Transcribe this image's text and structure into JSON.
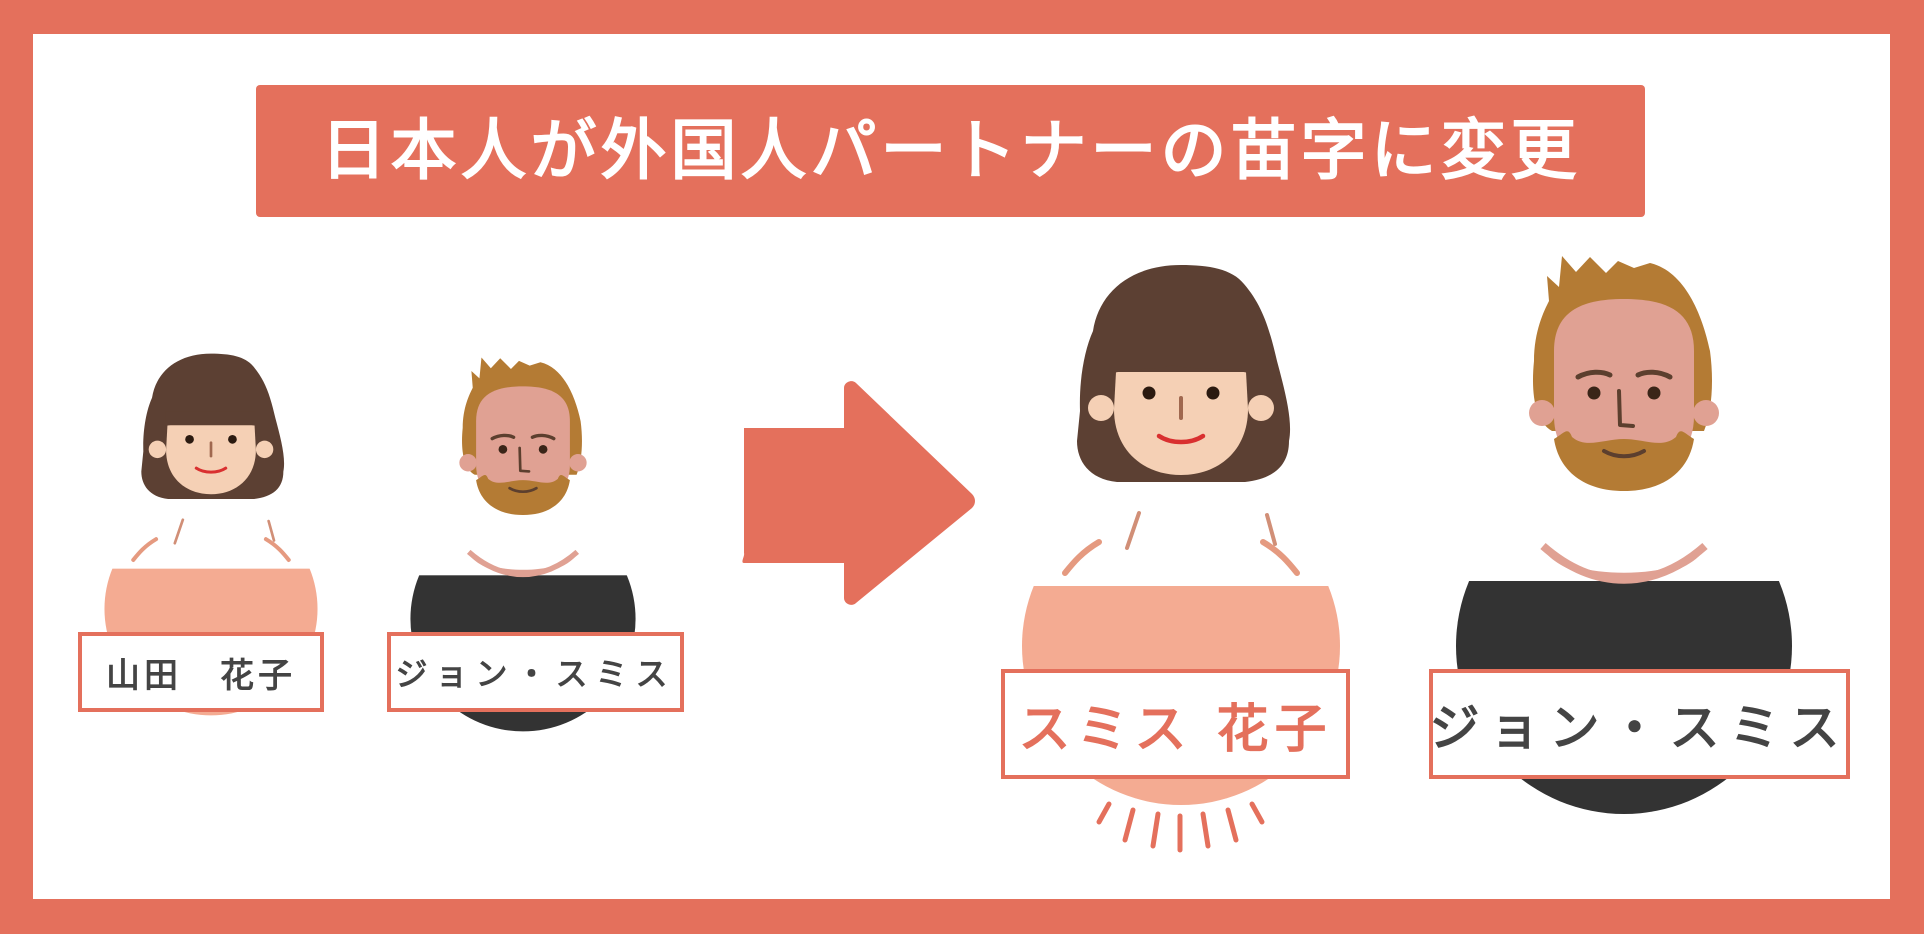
{
  "title": "日本人が外国人パートナーの苗字に変更",
  "before": {
    "japanese_partner_name": "山田　花子",
    "foreign_partner_name": "ジョン・スミス"
  },
  "after": {
    "japanese_partner_name": "スミス 花子",
    "foreign_partner_name": "ジョン・スミス"
  },
  "colors": {
    "accent": "#e4705c",
    "woman_hair": "#5c4033",
    "man_hair": "#b47b34",
    "woman_skin": "#f5d0b5",
    "man_skin": "#e0a193",
    "woman_shirt": "#f4ab92",
    "man_shirt": "#333333",
    "label_text": "#444444"
  },
  "icons": {
    "arrow": "right-arrow-icon",
    "emphasis": "sparkle-lines-icon"
  }
}
